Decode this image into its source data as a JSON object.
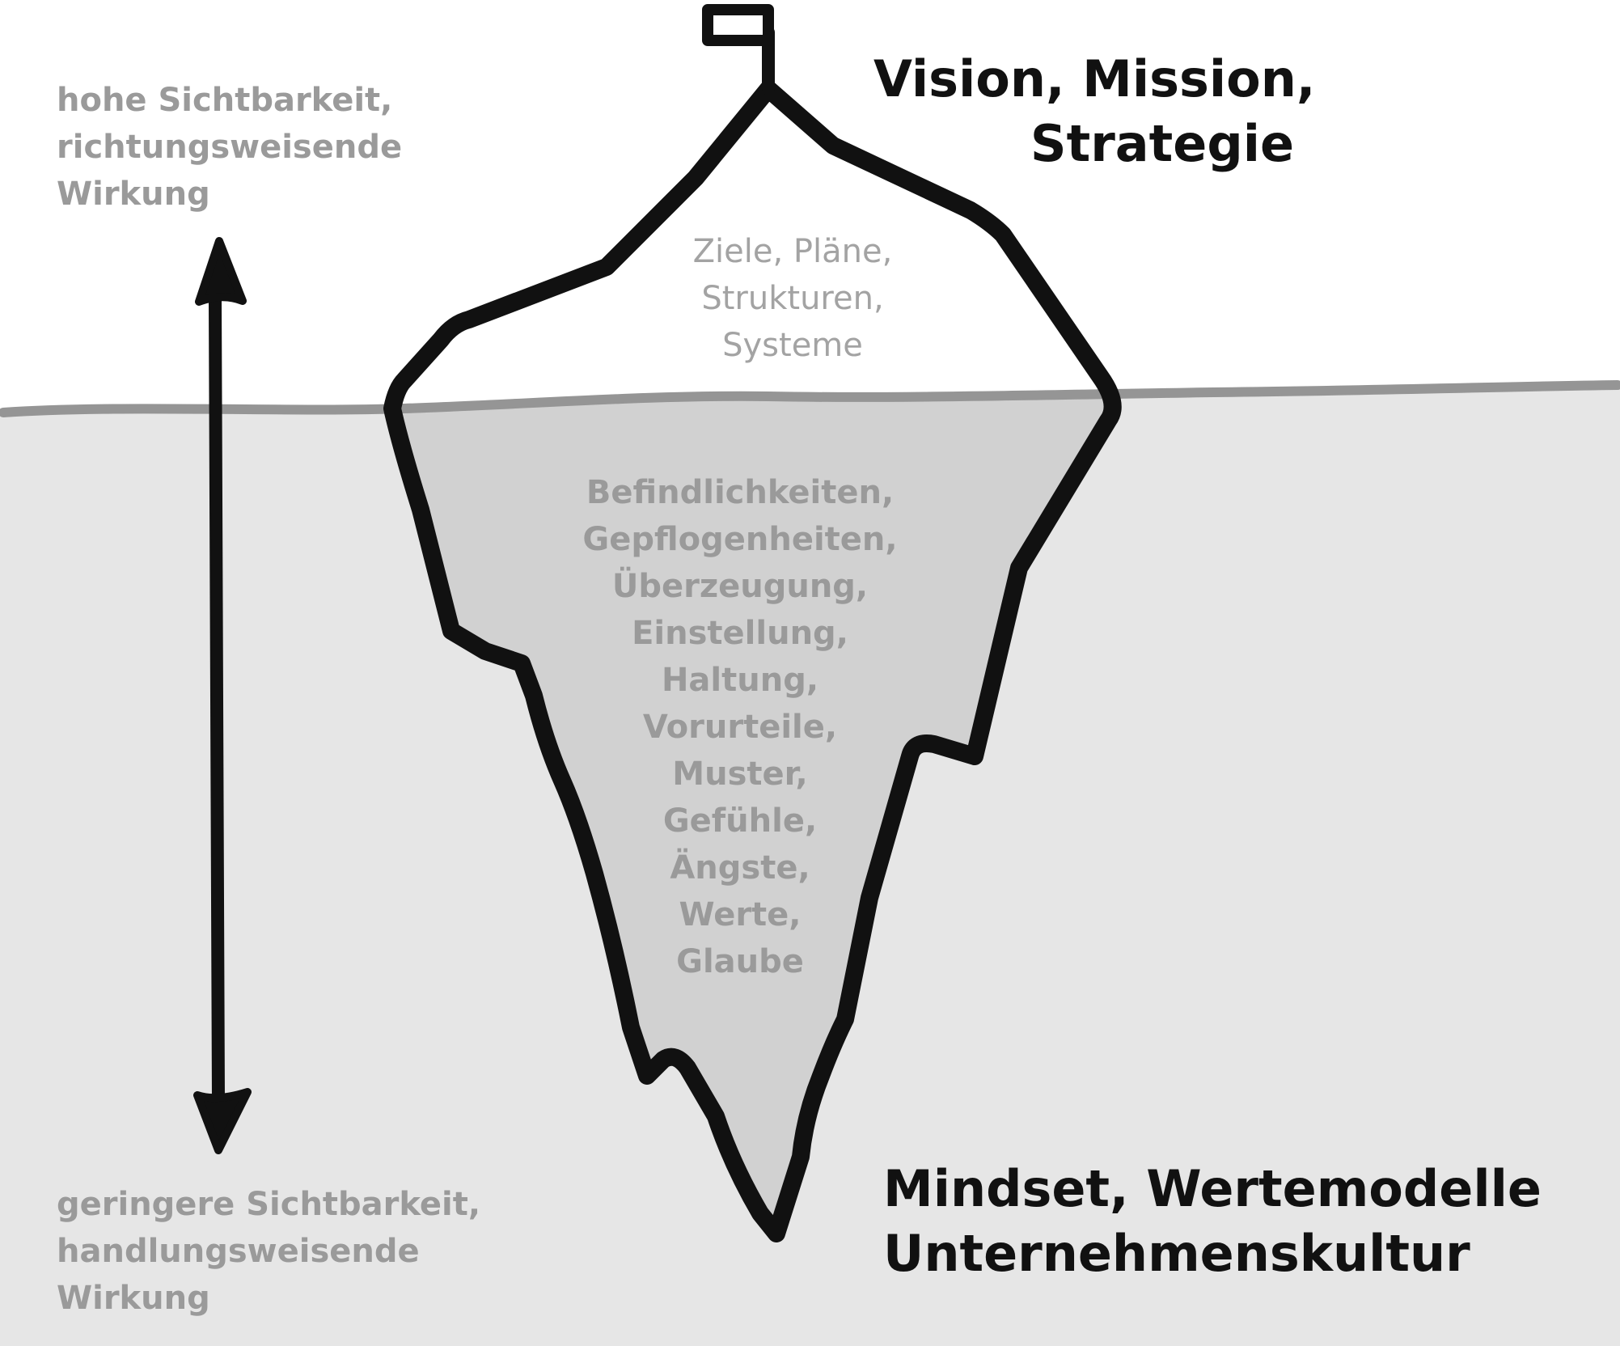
{
  "top_left_note": [
    "hohe Sichtbarkeit,",
    "richtungsweisende",
    "Wirkung"
  ],
  "bottom_left_note": [
    "geringere Sichtbarkeit,",
    "handlungsweisende",
    "Wirkung"
  ],
  "top_right_heading": [
    "Vision, Mission,",
    "Strategie"
  ],
  "bottom_right_heading": [
    "Mindset, Wertemodelle",
    "Unternehmenskultur"
  ],
  "tip_items": [
    "Ziele, Pläne,",
    "Strukturen,",
    "Systeme"
  ],
  "underwater_items": [
    "Befindlichkeiten,",
    "Gepflogenheiten,",
    "Überzeugung,",
    "Einstellung,",
    "Haltung,",
    "Vorurteile,",
    "Muster,",
    "Gefühle,",
    "Ängste,",
    "Werte,",
    "Glaube"
  ],
  "colors": {
    "water": "#e6e6e6",
    "water_line": "#959595",
    "ice_underwater": "#d1d1d1",
    "outline": "#111111",
    "grey_text": "#9a9a9a"
  }
}
